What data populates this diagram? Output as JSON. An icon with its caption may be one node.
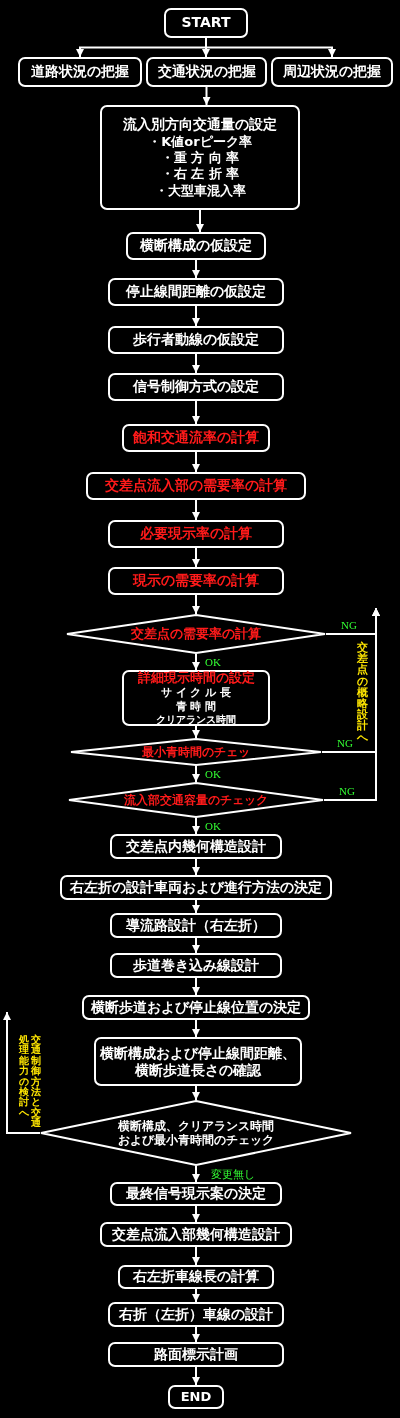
{
  "diagram": {
    "nodes": [
      {
        "text": [
          "START"
        ]
      },
      {
        "text": [
          "道路状況の把握"
        ]
      },
      {
        "text": [
          "交通状況の把握"
        ]
      },
      {
        "text": [
          "周辺状況の把握"
        ]
      },
      {
        "text": [
          "流入別方向交通量の設定",
          "・K値orピーク率",
          "・重 方 向 率",
          "・右 左 折 率",
          "・大型車混入率"
        ]
      },
      {
        "text": [
          "横断構成の仮設定"
        ]
      },
      {
        "text": [
          "停止線間距離の仮設定"
        ]
      },
      {
        "text": [
          "歩行者動線の仮設定"
        ]
      },
      {
        "text": [
          "信号制御方式の設定"
        ]
      },
      {
        "text": [
          "飽和交通流率の計算"
        ]
      },
      {
        "text": [
          "交差点流入部の需要率の計算"
        ]
      },
      {
        "text": [
          "必要現示率の計算"
        ]
      },
      {
        "text": [
          "現示の需要率の計算"
        ]
      },
      {
        "text": [
          "交差点の需要率の計算"
        ]
      },
      {
        "text": [
          "詳細現示時間の設定",
          "サ イ ク ル 長",
          "青 時 間",
          "クリアランス時間"
        ]
      },
      {
        "text": [
          "最小青時間のチェッ"
        ]
      },
      {
        "text": [
          "流入部交通容量のチェック"
        ]
      },
      {
        "text": [
          "交差点内幾何構造設計"
        ]
      },
      {
        "text": [
          "右左折の設計車両および進行方法の決定"
        ]
      },
      {
        "text": [
          "導流路設計（右左折）"
        ]
      },
      {
        "text": [
          "歩道巻き込み線設計"
        ]
      },
      {
        "text": [
          "横断歩道および停止線位置の決定"
        ]
      },
      {
        "text": [
          "横断構成および停止線間距離、横断歩道長さの確認"
        ]
      },
      {
        "text": [
          "横断構成、クリアランス時間および最小青時間のチェック"
        ]
      },
      {
        "text": [
          "最終信号現示案の決定"
        ]
      },
      {
        "text": [
          "交差点流入部幾何構造設計"
        ]
      },
      {
        "text": [
          "右左折車線長の計算"
        ]
      },
      {
        "text": [
          "右折（左折）車線の設計"
        ]
      },
      {
        "text": [
          "路面標示計画"
        ]
      },
      {
        "text": [
          "END"
        ]
      }
    ],
    "edges": [
      {
        "from": 0,
        "to": 1,
        "arrow": "to"
      },
      {
        "from": 0,
        "to": 2,
        "arrow": "to"
      },
      {
        "from": 0,
        "to": 3,
        "arrow": "to"
      },
      {
        "from": 2,
        "to": 4,
        "arrow": "to"
      },
      {
        "from": 4,
        "to": 5,
        "arrow": "to"
      },
      {
        "from": 5,
        "to": 6,
        "arrow": "to"
      },
      {
        "from": 6,
        "to": 7,
        "arrow": "to"
      },
      {
        "from": 7,
        "to": 8,
        "arrow": "to"
      },
      {
        "from": 8,
        "to": 9,
        "arrow": "to"
      },
      {
        "from": 9,
        "to": 10,
        "arrow": "to"
      },
      {
        "from": 10,
        "to": 11,
        "arrow": "to"
      },
      {
        "from": 11,
        "to": 12,
        "arrow": "to"
      },
      {
        "from": 12,
        "to": 13,
        "arrow": "to"
      },
      {
        "from": 13,
        "to": 14,
        "arrow": "to",
        "label": "OK"
      },
      {
        "from": 13,
        "to": null,
        "arrow": "to",
        "label": "NG"
      },
      {
        "from": 14,
        "to": 15,
        "arrow": "to"
      },
      {
        "from": 15,
        "to": 16,
        "arrow": "to",
        "label": "OK"
      },
      {
        "from": 15,
        "to": null,
        "arrow": "to",
        "label": "NG"
      },
      {
        "from": 16,
        "to": 17,
        "arrow": "to",
        "label": "OK"
      },
      {
        "from": 16,
        "to": null,
        "arrow": "to",
        "label": "NG"
      },
      {
        "from": 17,
        "to": 18,
        "arrow": "to"
      },
      {
        "from": 18,
        "to": 19,
        "arrow": "to"
      },
      {
        "from": 19,
        "to": 20,
        "arrow": "to"
      },
      {
        "from": 20,
        "to": 21,
        "arrow": "to"
      },
      {
        "from": 21,
        "to": 22,
        "arrow": "to"
      },
      {
        "from": 22,
        "to": 23,
        "arrow": "to"
      },
      {
        "from": 23,
        "to": 24,
        "arrow": "to",
        "label": "変更無し"
      },
      {
        "from": 23,
        "to": null,
        "arrow": "to"
      },
      {
        "from": 24,
        "to": 25,
        "arrow": "to"
      },
      {
        "from": 25,
        "to": 26,
        "arrow": "to"
      },
      {
        "from": 26,
        "to": 27,
        "arrow": "to"
      },
      {
        "from": 27,
        "to": 28,
        "arrow": "to"
      },
      {
        "from": 28,
        "to": 29,
        "arrow": "to"
      }
    ],
    "labels": [
      "交差点の概略設計へ",
      "交通制御方法と交通",
      "処理能力の検討へ"
    ]
  }
}
